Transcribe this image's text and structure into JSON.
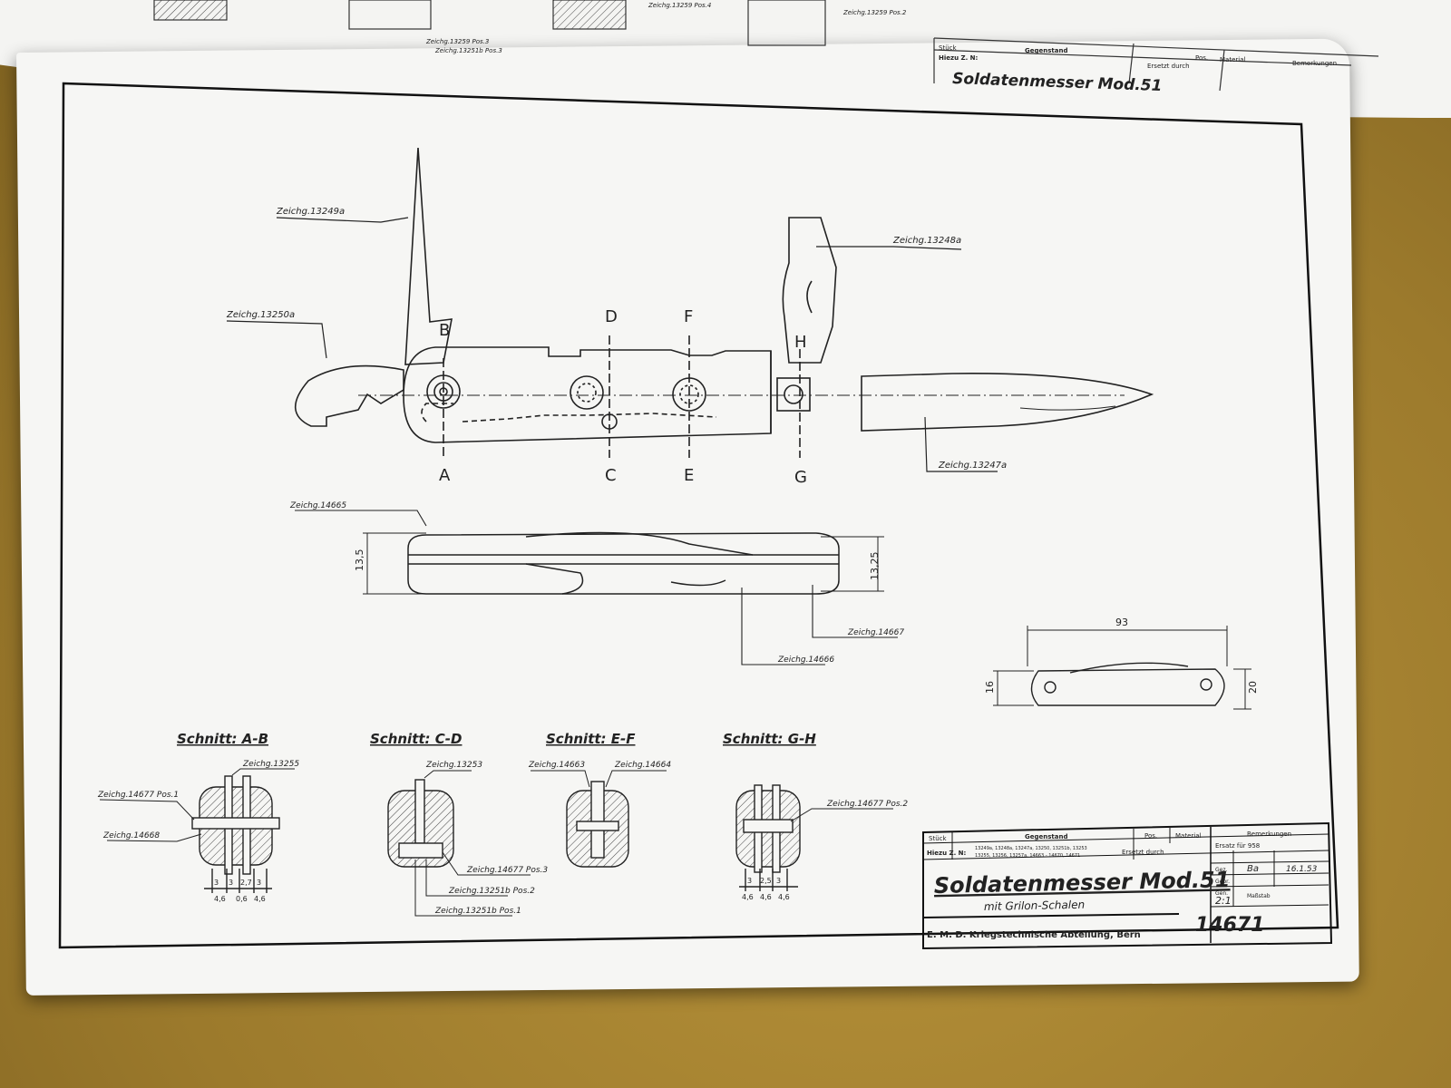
{
  "top_sheet": {
    "title": "Soldatenmesser Mod.51",
    "header_stueck": "Stück",
    "header_gegenstand": "Gegenstand",
    "header_pos": "Pos.",
    "header_material": "Material",
    "header_bemerkungen": "Bemerkungen",
    "hiezu": "Hiezu Z. N:",
    "ersetzt_durch": "Ersetzt durch",
    "callouts": [
      "Zeichg.13259 Pos.3",
      "Zeichg.13251b Pos.3",
      "Zeichg.13259 Pos.4",
      "Zeichg.13259 Pos.2"
    ]
  },
  "main_view": {
    "callouts": {
      "awl": "Zeichg.13249a",
      "can_opener": "Zeichg.13250a",
      "screwdriver": "Zeichg.13248a",
      "blade": "Zeichg.13247a"
    },
    "section_letters_top": [
      "B",
      "D",
      "F",
      "H"
    ],
    "section_letters_bottom": [
      "A",
      "C",
      "E",
      "G"
    ]
  },
  "side_view": {
    "callout_top": "Zeichg.14665",
    "callout_right": "Zeichg.14667",
    "callout_bottom": "Zeichg.14666",
    "dim_left": "13,5",
    "dim_right": "13,25"
  },
  "small_view": {
    "dim_length": "93",
    "dim_left": "16",
    "dim_right": "20"
  },
  "sections": [
    {
      "title": "Schnitt: A-B",
      "callouts": [
        "Zeichg.13255",
        "Zeichg.14677 Pos.1",
        "Zeichg.14668"
      ],
      "dims_top": [
        "3",
        "3",
        "2,7",
        "3"
      ],
      "dims_bottom": [
        "4,6",
        "0,6",
        "4,6"
      ]
    },
    {
      "title": "Schnitt: C-D",
      "callouts": [
        "Zeichg.13253",
        "Zeichg.14677 Pos.3",
        "Zeichg.13251b Pos.2",
        "Zeichg.13251b Pos.1"
      ]
    },
    {
      "title": "Schnitt: E-F",
      "callouts": [
        "Zeichg.14663",
        "Zeichg.14664"
      ]
    },
    {
      "title": "Schnitt: G-H",
      "callouts": [
        "Zeichg.14677 Pos.2"
      ],
      "dims_top": [
        "3",
        "2,5",
        "3"
      ],
      "dims_bottom": [
        "4,6",
        "4,6",
        "4,6"
      ]
    }
  ],
  "title_block": {
    "col_stueck": "Stück",
    "col_gegenstand": "Gegenstand",
    "col_pos": "Pos.",
    "col_material": "Material",
    "col_bemerkungen": "Bemerkungen",
    "hiezu_label": "Hiezu Z. N:",
    "hiezu_line1": "13249a, 13248a, 13247a, 13250, 13251b, 13253",
    "hiezu_line2": "13255, 13256, 13257a, 14663 - 14670, 14671",
    "ersetzt_durch": "Ersetzt durch",
    "ersatz_fuer": "Ersatz für 958",
    "gez_label": "Gez.",
    "gez_value": "Ba",
    "gez_date": "16.1.53",
    "gepr_label": "Gepr.",
    "gen_label": "Gen.",
    "title": "Soldatenmesser Mod.51",
    "subtitle": "mit Grilon-Schalen",
    "scale": "2:1",
    "masstab_label": "Maßstab",
    "office": "E. M. D. Kriegstechnische Abteilung, Bern",
    "drawing_number": "14671"
  }
}
